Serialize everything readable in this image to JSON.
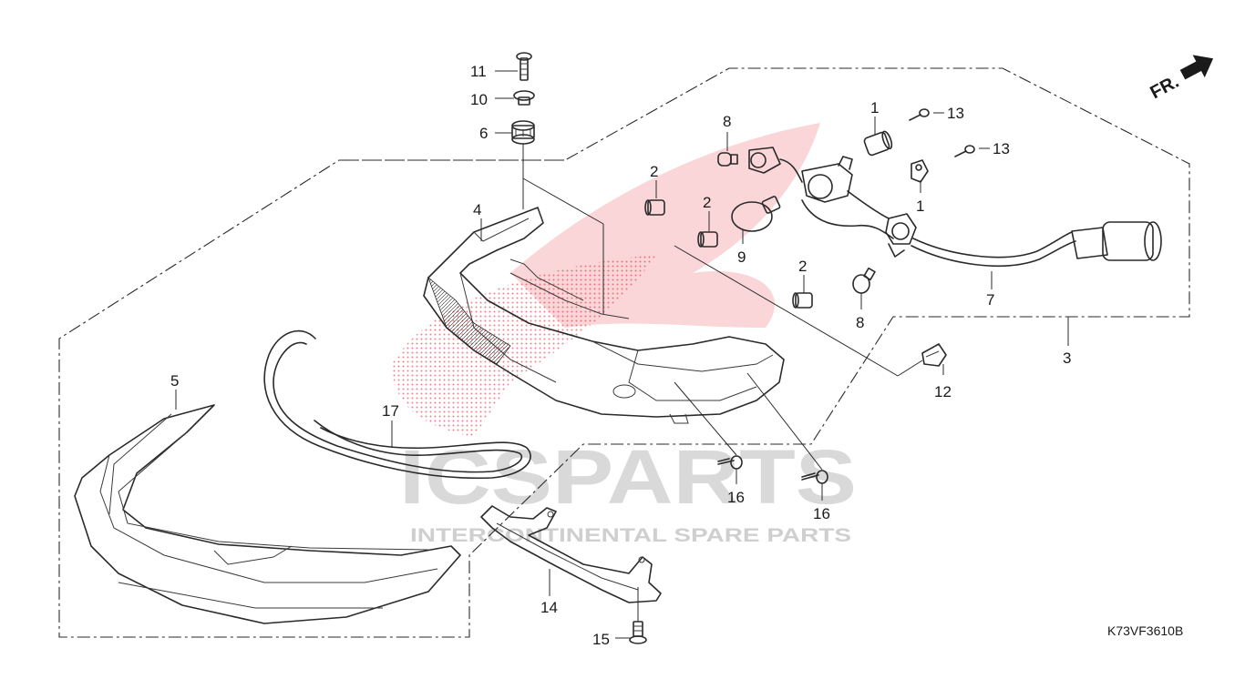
{
  "diagram": {
    "drawing_code": "K73VF3610B",
    "front_indicator": "FR.",
    "watermark": {
      "brand": "ICSPARTS",
      "tagline": "INTERCONTINENTAL SPARE PARTS",
      "color": "#e11d2b"
    },
    "callouts": {
      "c1a": "1",
      "c1b": "1",
      "c2a": "2",
      "c2b": "2",
      "c2c": "2",
      "c3": "3",
      "c4": "4",
      "c5": "5",
      "c6": "6",
      "c7": "7",
      "c8a": "8",
      "c8b": "8",
      "c9": "9",
      "c10": "10",
      "c11": "11",
      "c12": "12",
      "c13a": "13",
      "c13b": "13",
      "c14": "14",
      "c15": "15",
      "c16a": "16",
      "c16b": "16",
      "c17": "17"
    }
  }
}
